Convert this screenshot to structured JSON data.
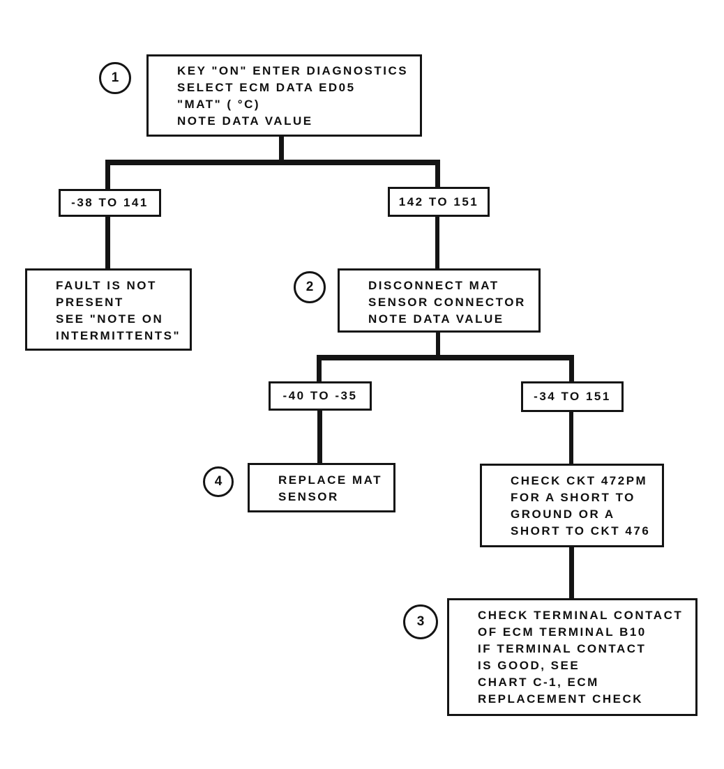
{
  "diagram": {
    "type": "flowchart",
    "ink_color": "#141414",
    "background_color": "#ffffff",
    "nodes": {
      "step1": {
        "number": "1",
        "lines": [
          {
            "bullet": true,
            "text": "KEY \"ON\" ENTER DIAGNOSTICS"
          },
          {
            "bullet": true,
            "text": "SELECT ECM DATA ED05"
          },
          {
            "bullet": false,
            "text": "\"MAT\" ( °C)"
          },
          {
            "bullet": true,
            "text": "NOTE DATA VALUE"
          }
        ]
      },
      "range_left": {
        "label": "-38 TO 141"
      },
      "range_right": {
        "label": "142 TO 151"
      },
      "fault_not_present": {
        "lines": [
          {
            "bullet": true,
            "text": "FAULT IS NOT"
          },
          {
            "bullet": false,
            "text": "PRESENT"
          },
          {
            "bullet": true,
            "text": "SEE \"NOTE ON"
          },
          {
            "bullet": false,
            "text": "INTERMITTENTS\""
          }
        ]
      },
      "step2": {
        "number": "2",
        "lines": [
          {
            "bullet": true,
            "text": "DISCONNECT MAT"
          },
          {
            "bullet": false,
            "text": "SENSOR CONNECTOR"
          },
          {
            "bullet": true,
            "text": "NOTE DATA VALUE"
          }
        ]
      },
      "range_low": {
        "label": "-40 TO -35"
      },
      "range_high": {
        "label": "-34 TO 151"
      },
      "step4": {
        "number": "4",
        "lines": [
          {
            "bullet": true,
            "text": "REPLACE MAT"
          },
          {
            "bullet": false,
            "text": "SENSOR"
          }
        ]
      },
      "check_ckt": {
        "lines": [
          {
            "bullet": true,
            "text": "CHECK CKT 472PM"
          },
          {
            "bullet": false,
            "text": "FOR A SHORT TO"
          },
          {
            "bullet": false,
            "text": "GROUND OR A"
          },
          {
            "bullet": false,
            "text": "SHORT TO CKT 476"
          }
        ]
      },
      "step3": {
        "number": "3",
        "lines": [
          {
            "bullet": true,
            "text": "CHECK TERMINAL CONTACT"
          },
          {
            "bullet": false,
            "text": "OF ECM TERMINAL B10"
          },
          {
            "bullet": true,
            "text": "IF TERMINAL CONTACT"
          },
          {
            "bullet": false,
            "text": "IS GOOD, SEE"
          },
          {
            "bullet": false,
            "text": "CHART C-1, ECM"
          },
          {
            "bullet": false,
            "text": "REPLACEMENT CHECK"
          }
        ]
      }
    }
  }
}
